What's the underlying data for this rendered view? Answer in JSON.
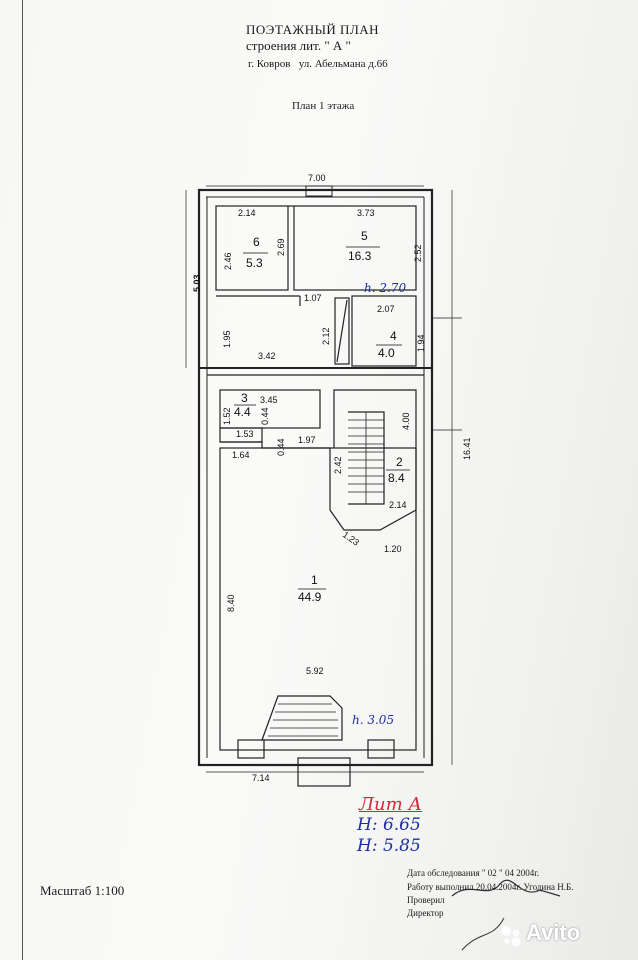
{
  "header": {
    "title": "ПОЭТАЖНЫЙ ПЛАН",
    "subtitle": "строения лит. \"   А   \"",
    "city": "г. Ковров",
    "street": "ул. Абельмана д.66",
    "floor_label": "План 1 этажа"
  },
  "rooms": [
    {
      "num": "1",
      "area": "44.9"
    },
    {
      "num": "2",
      "area": "8.4"
    },
    {
      "num": "3",
      "area": "4.4"
    },
    {
      "num": "4",
      "area": "4.0"
    },
    {
      "num": "5",
      "area": "16.3"
    },
    {
      "num": "6",
      "area": "5.3"
    }
  ],
  "dims": {
    "top_width": "7.00",
    "left_height": "5.03",
    "r6_width": "2.14",
    "r6_height": "2.46",
    "r6_height2": "2.69",
    "r5_width": "3.73",
    "r5_height": "2.52",
    "passage": "1.07",
    "r4_width": "2.07",
    "r4_height": "1.94",
    "corridor_height": "1.95",
    "corridor_height2": "2.12",
    "corridor_width": "3.42",
    "r3_width": "3.45",
    "r3_height": "1.52",
    "r3_depth": "1.53",
    "small_a": "0.44",
    "small_b": "0.44",
    "small_w": "1.64",
    "small_c": "1.97",
    "stair_h": "4.00",
    "stair_w": "2.42",
    "stair_b": "2.14",
    "stair_c": "1.23",
    "stair_d": "1.20",
    "total_height": "16.41",
    "r1_height": "8.40",
    "r1_width": "5.92",
    "bottom_width": "7.14"
  },
  "heights": {
    "upper": "h. 2.70",
    "lower": "h. 3.05"
  },
  "stamp": {
    "lit": "Лит А",
    "h1": "Н: 6.65",
    "h2": "Н: 5.85"
  },
  "footer": {
    "scale": "Масштаб  1:100",
    "survey_date": "Дата обследования \" 02 \"  04    2004г.",
    "done_by": "Работу выполнил  20.04.2004г.  Угодина Н.Б.",
    "checked": "Проверил",
    "director": "Директор"
  },
  "watermark": "Avito",
  "colors": {
    "ink": "#1a1a1a",
    "stamp_red": "#d6283a",
    "hand_blue": "#1c2fa0"
  }
}
